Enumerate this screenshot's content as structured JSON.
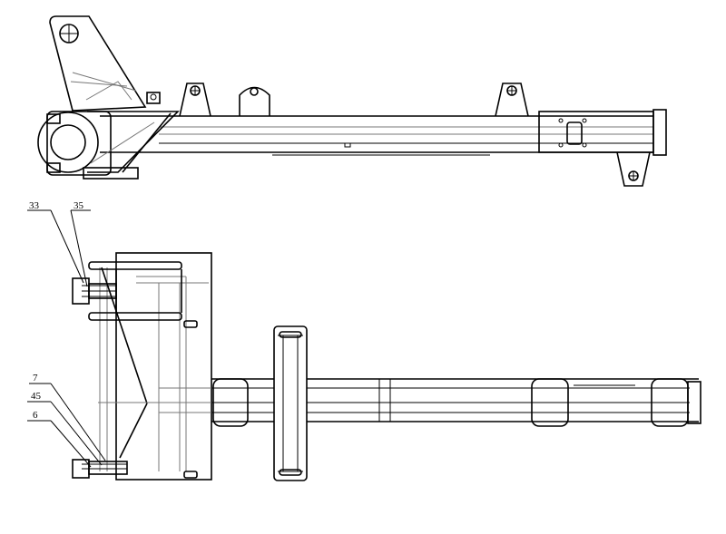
{
  "callouts": {
    "c33": "33",
    "c35": "35",
    "c7": "7",
    "c45": "45",
    "c6": "6"
  }
}
